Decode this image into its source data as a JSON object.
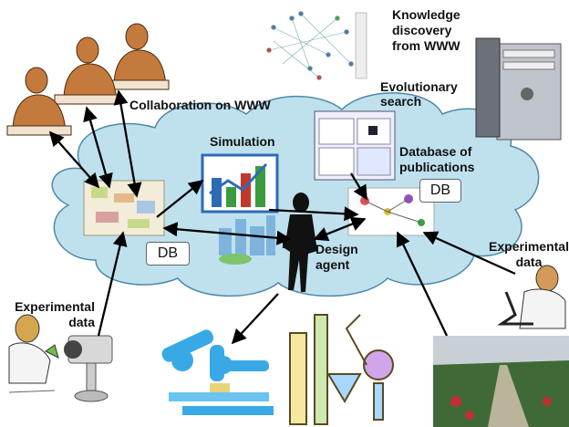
{
  "labels": {
    "knowledge_discovery": [
      "Knowledge",
      "discovery",
      "from WWW"
    ],
    "collaboration": "Collaboration on WWW",
    "evolutionary_search": [
      "Evolutionary",
      "search"
    ],
    "simulation": "Simulation",
    "database_publications": [
      "Database of",
      "publications"
    ],
    "design_agent": [
      "Design",
      "agent"
    ],
    "experimental_data_left": [
      "Experimental",
      "data"
    ],
    "experimental_data_right": [
      "Experimental",
      "data"
    ]
  },
  "db_boxes": {
    "left": "DB",
    "right": "DB"
  },
  "colors": {
    "cloud_fill": "#bfe1ee",
    "cloud_stroke": "#4d8aa6",
    "arrow": "#000000",
    "sim_bar_1": "#2e6bb5",
    "sim_bar_2": "#3b9b3f",
    "sim_bar_3": "#c0392b",
    "robot_arm": "#39a9e6"
  },
  "icons": [
    "collaborator-figure-icon",
    "network-graph-icon",
    "server-tower-icon",
    "bar-chart-icon",
    "pathway-map-icon",
    "businesswoman-icon",
    "scientist-microscope-icon",
    "scientist-flask-icon",
    "camera-icon",
    "robot-arm-icon",
    "lab-apparatus-icon",
    "greenhouse-photo-icon"
  ]
}
